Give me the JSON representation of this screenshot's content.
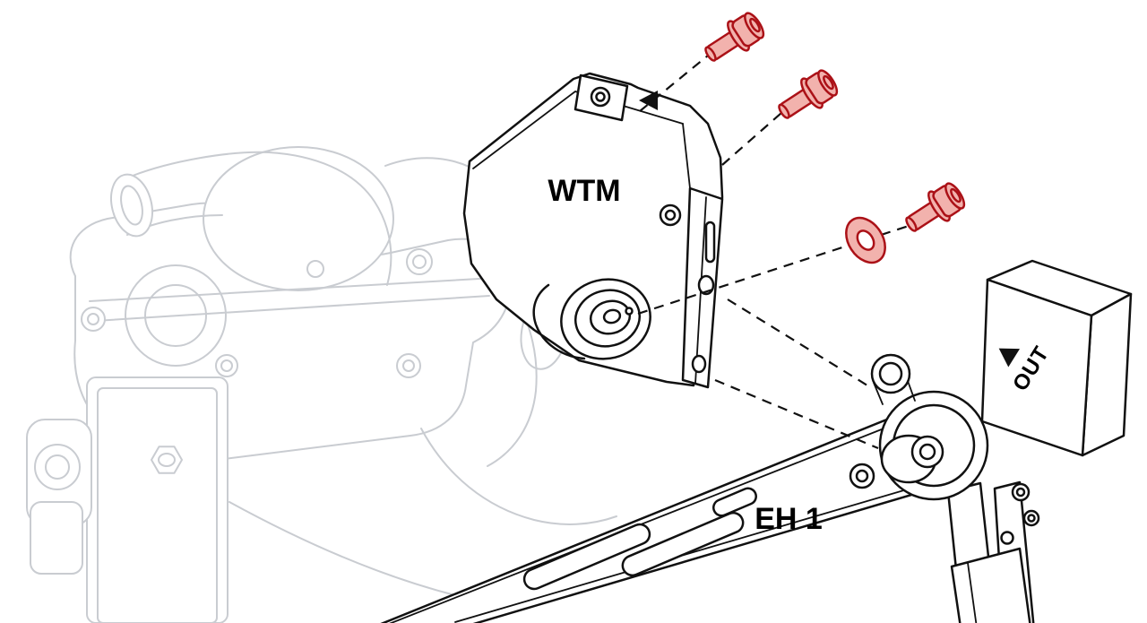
{
  "diagram": {
    "kind": "exploded-assembly-illustration",
    "labels": {
      "wtm_module": "WTM",
      "eh1_bracket": "EH 1",
      "out_port": "OUT"
    },
    "fasteners": {
      "bolt_count": 3,
      "washer_count": 1
    },
    "icons": {
      "wtm_flow_arrow": "arrow-left",
      "out_flow_arrow": "arrow-up"
    },
    "colors": {
      "line": "#111111",
      "label": "#000000",
      "ghost": "#c9ccd1",
      "fastener_fill": "#f2b2ad",
      "fastener_stroke": "#ab1117",
      "background": "#ffffff"
    }
  }
}
